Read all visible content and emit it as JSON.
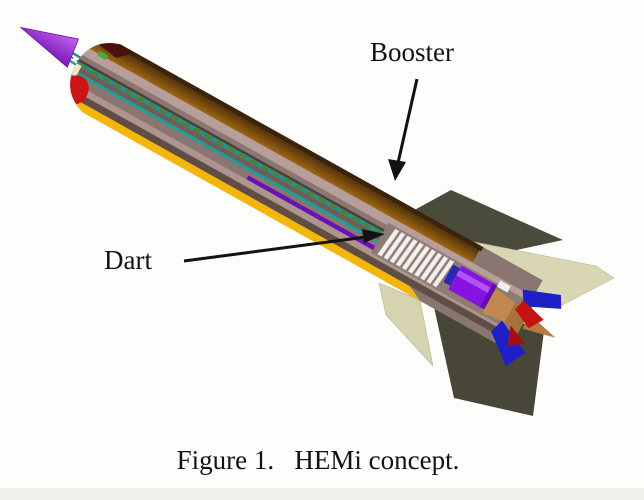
{
  "figure": {
    "caption": "Figure 1.   HEMi concept.",
    "annotations": [
      {
        "id": "booster",
        "text": "Booster"
      },
      {
        "id": "dart",
        "text": "Dart"
      }
    ],
    "subject": "HEMi dart-and-booster rocket cutaway rendering"
  },
  "colors": {
    "background": "#fdfdfb",
    "booster_case_brown_dark": "#3a250c",
    "booster_case_brown": "#7e4e12",
    "booster_case_yellow": "#f5b60b",
    "body_pale_mauve": "#b79e9a",
    "body_grey": "#705e56",
    "nose_cone_purple": "#a335e0",
    "dart_tube_teal": "#1f948e",
    "dart_stripe_purple": "#6b12b5",
    "dart_motor_violet": "#8812e0",
    "fin_khaki": "#d9d6b4",
    "fin_dark_olive": "#4b4b3b",
    "tail_fin_blue": "#1f1fc8",
    "tail_red": "#c61212",
    "nozzle_tan": "#c2884e",
    "front_red": "#cc1414",
    "front_maroon": "#4a120e",
    "annotation_black": "#121212"
  }
}
